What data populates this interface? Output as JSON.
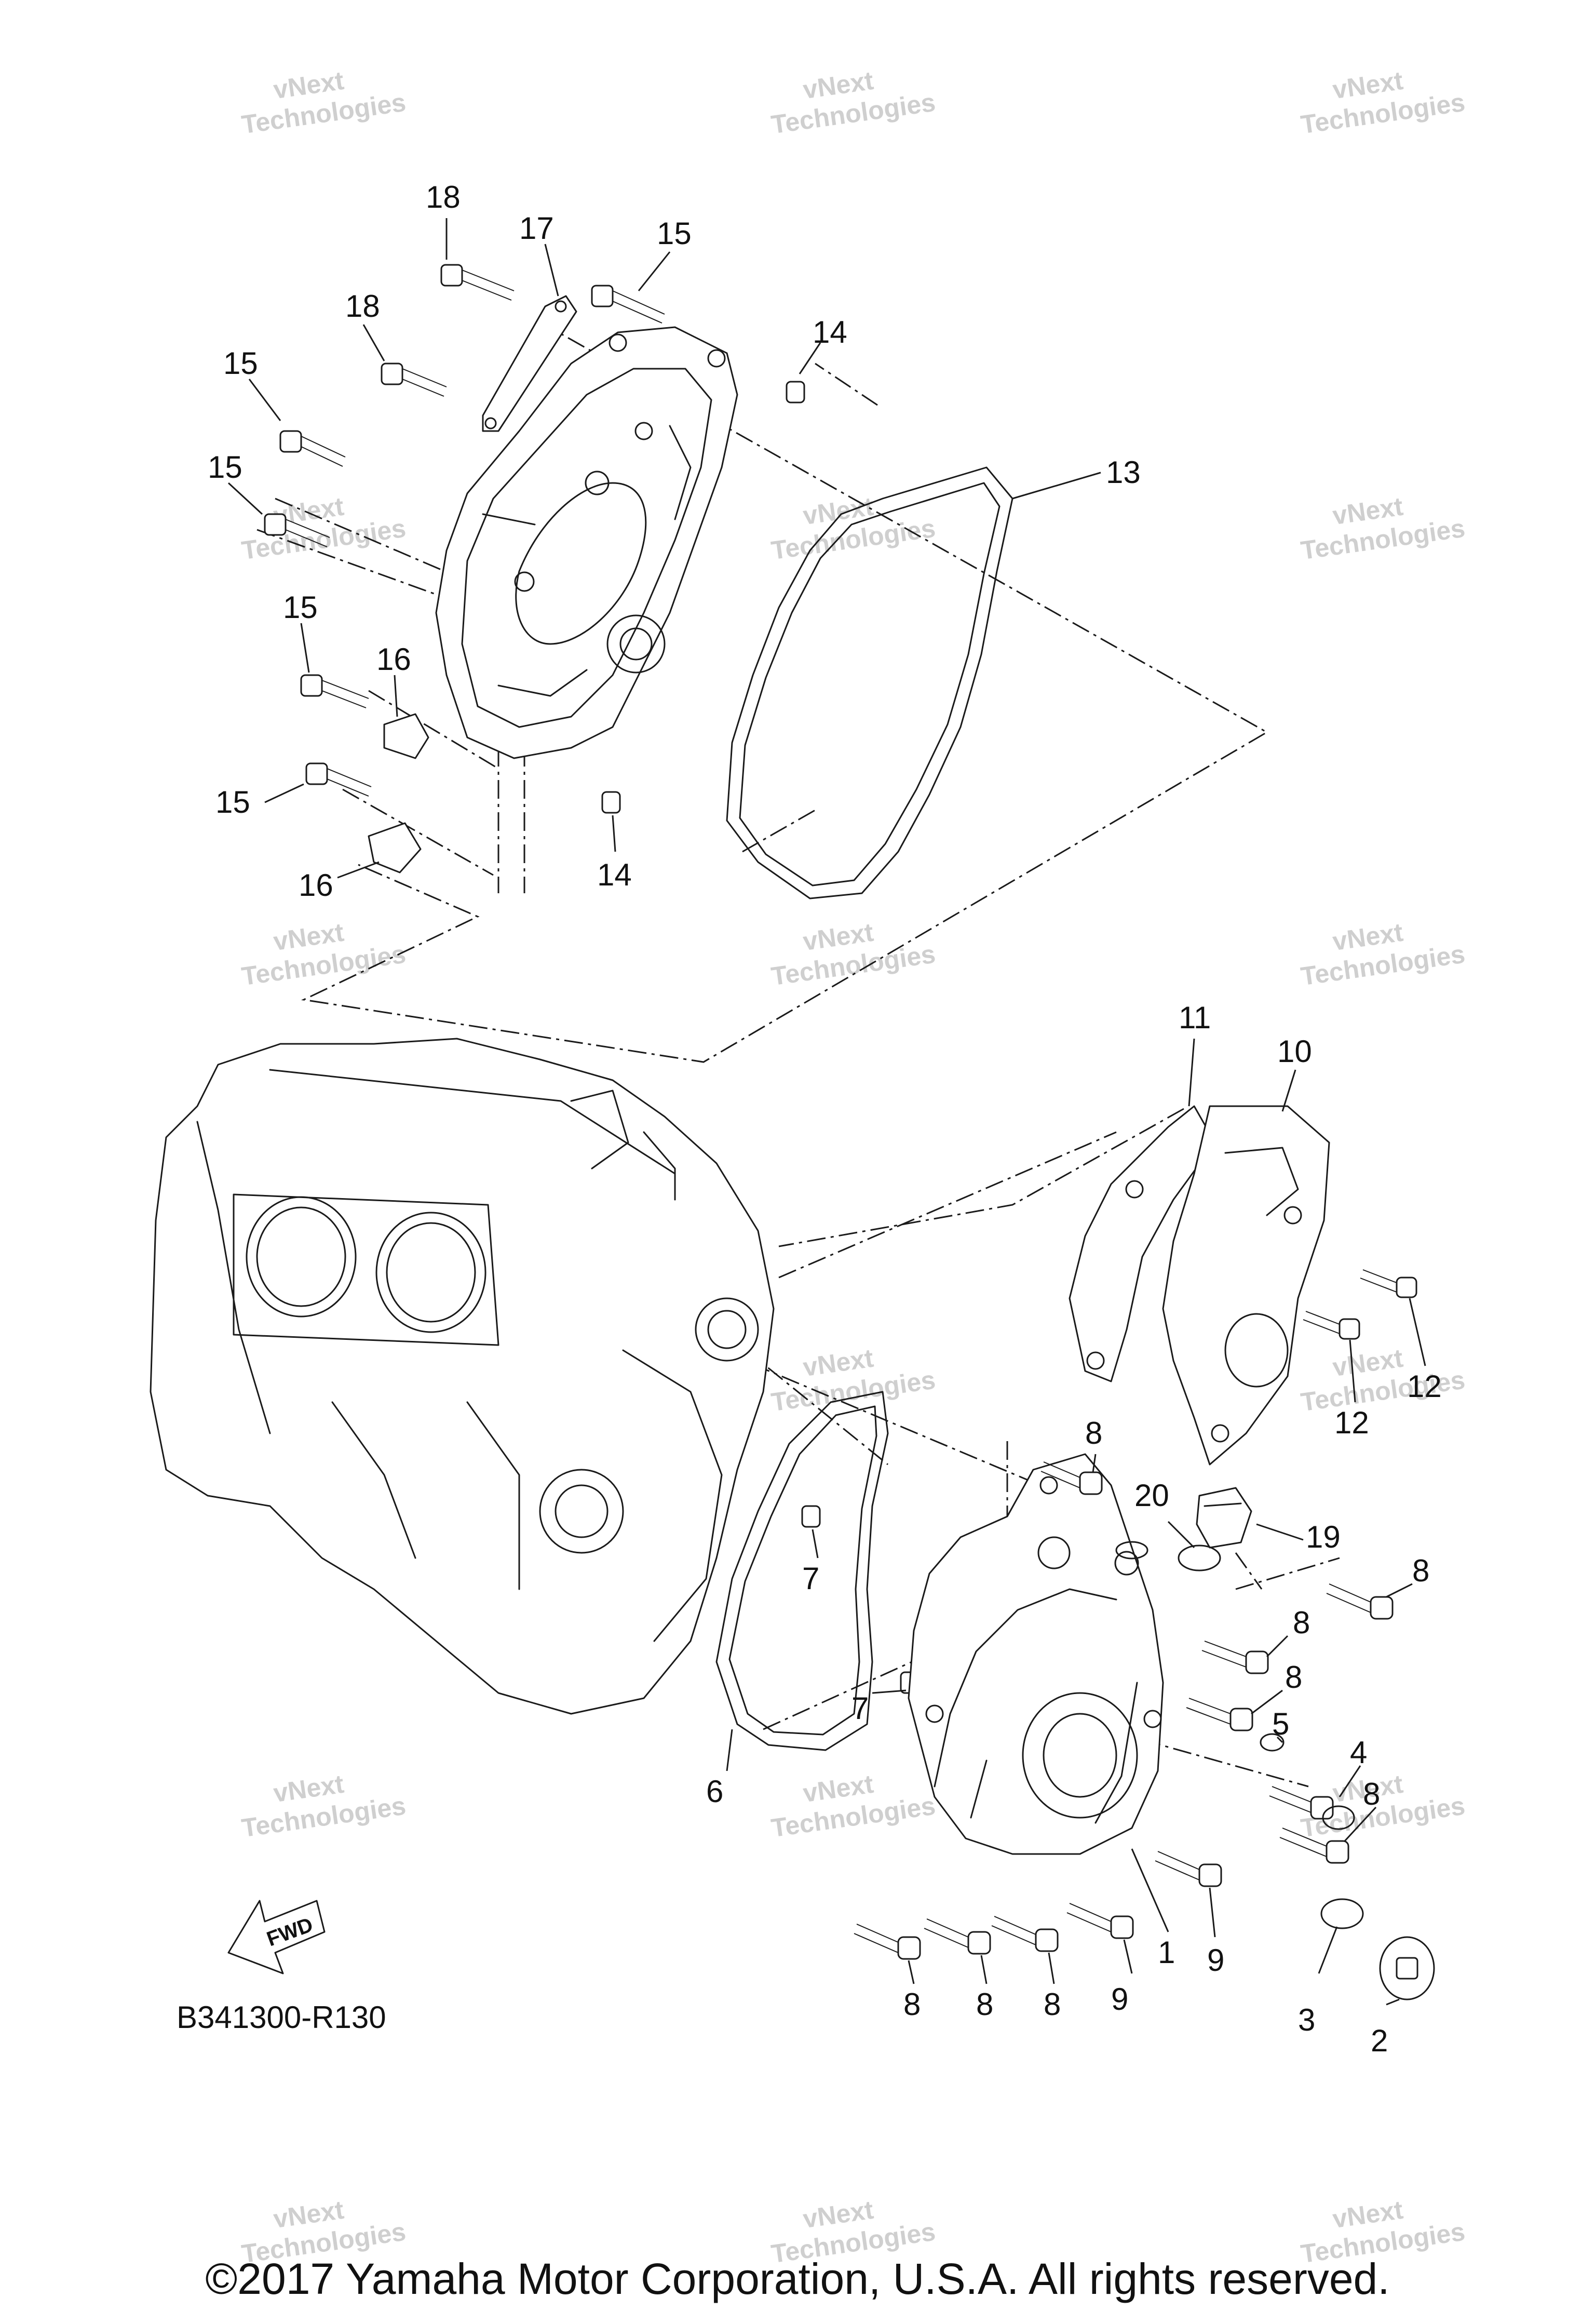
{
  "diagram": {
    "reference_code": "B341300-R130",
    "fwd_label": "FWD",
    "watermark": [
      "vNext",
      "Technologies"
    ],
    "callouts": {
      "c1": "1",
      "c2": "2",
      "c3": "3",
      "c4": "4",
      "c5": "5",
      "c6": "6",
      "c7a": "7",
      "c7b": "7",
      "c8a": "8",
      "c8b": "8",
      "c8c": "8",
      "c8d": "8",
      "c8e": "8",
      "c8f": "8",
      "c8g": "8",
      "c8h": "8",
      "c9a": "9",
      "c9b": "9",
      "c10": "10",
      "c11": "11",
      "c12a": "12",
      "c12b": "12",
      "c13": "13",
      "c14a": "14",
      "c14b": "14",
      "c15a": "15",
      "c15b": "15",
      "c15c": "15",
      "c15d": "15",
      "c15e": "15",
      "c16a": "16",
      "c16b": "16",
      "c17": "17",
      "c18a": "18",
      "c18b": "18",
      "c19": "19",
      "c20": "20"
    }
  },
  "footer": {
    "copyright": "©2017 Yamaha Motor Corporation, U.S.A. All rights reserved."
  }
}
